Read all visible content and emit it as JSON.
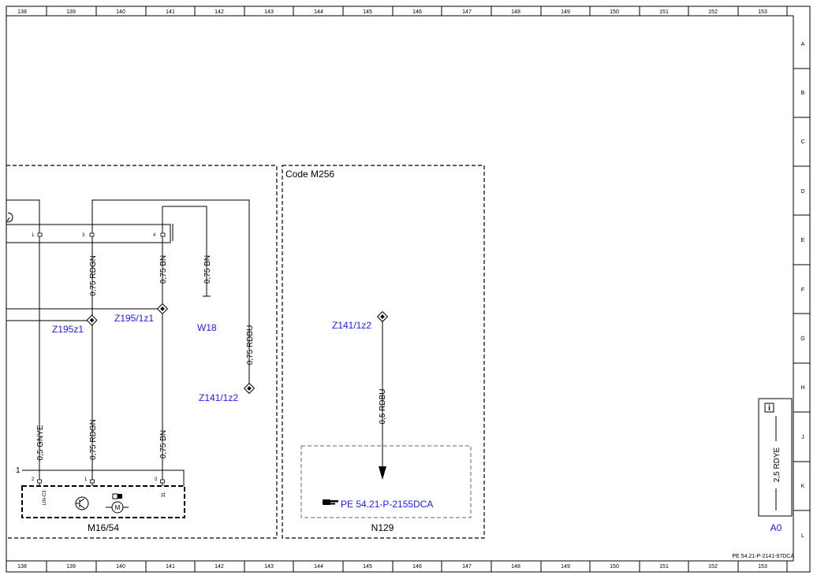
{
  "border": {
    "top_numbers": [
      "138",
      "139",
      "140",
      "141",
      "142",
      "143",
      "144",
      "145",
      "146",
      "147",
      "148",
      "149",
      "150",
      "151",
      "152",
      "153"
    ],
    "bottom_numbers": [
      "138",
      "139",
      "140",
      "141",
      "142",
      "143",
      "144",
      "145",
      "146",
      "147",
      "148",
      "149",
      "150",
      "151",
      "152",
      "153"
    ],
    "side_letters": [
      "A",
      "B",
      "C",
      "D",
      "E",
      "F",
      "G",
      "H",
      "J",
      "K",
      "L"
    ]
  },
  "code_box": {
    "label": "Code M256"
  },
  "connector": {
    "pins": [
      "1",
      "3",
      "4"
    ]
  },
  "wires": {
    "w1": "0,75 RDGN",
    "w2": "0,75 BN",
    "w3": "0,75 BN",
    "w4": "0,75 RDBU",
    "w5": "0,5 GNYE",
    "w6": "0,75 RDGN",
    "w7": "0,75 BN",
    "w8": "0,5 RDBU",
    "w9": "2,5 RDYE"
  },
  "nodes": {
    "z195z1": "Z195z1",
    "z195_1z1": "Z195/1z1",
    "w18": "W18",
    "z141_1z2_left": "Z141/1z2",
    "z141_1z2_right": "Z141/1z2"
  },
  "component_m16": {
    "index": "1",
    "pins": [
      "2",
      "1",
      "3"
    ],
    "lin_label": "LIN-C3",
    "pin3_label": "31",
    "name": "M16/54"
  },
  "component_n129": {
    "ref": "PE 54.21-P-2155DCA",
    "name": "N129"
  },
  "ground": {
    "name": "A0"
  },
  "doc_ref": "PE 54.21-P-2141-97DCA"
}
